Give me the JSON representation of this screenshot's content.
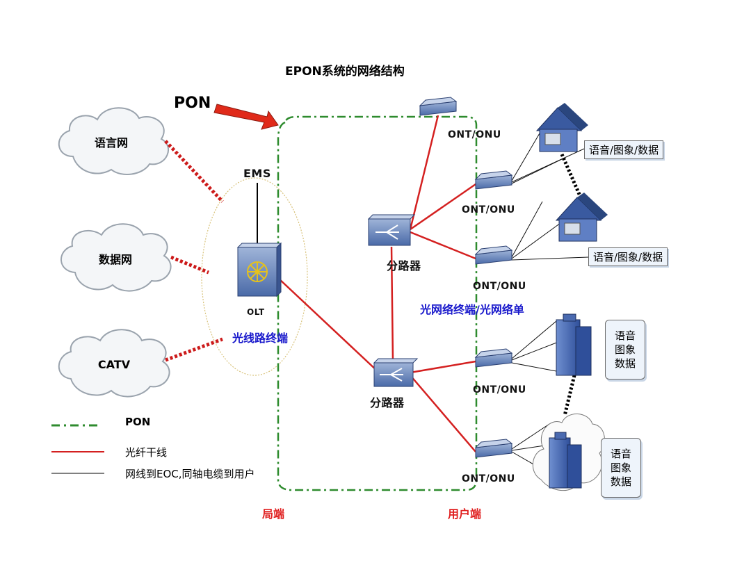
{
  "title": "EPON系统的网络结构",
  "pon_arrow_label": "PON",
  "clouds": [
    "语言网",
    "数据网",
    "CATV"
  ],
  "ems_label": "EMS",
  "olt_label": "OLT",
  "olt_caption": "光线路终端",
  "splitter_label": "分路器",
  "onu_label": "ONT/ONU",
  "onu_caption": "光网络终端/光网络单",
  "service_label": "语音/图象/数据",
  "service_vertical": [
    "语音",
    "图象",
    "数据"
  ],
  "legend": [
    {
      "label": "PON",
      "style": "dash-dot",
      "color": "#2e8b2e"
    },
    {
      "label": "光纤干线",
      "style": "solid",
      "color": "#d42020"
    },
    {
      "label": "网线到EOC,同轴电缆到用户",
      "style": "solid",
      "color": "#000000"
    }
  ],
  "bottom_left": "局端",
  "bottom_right": "用户端",
  "colors": {
    "fiber": "#d42020",
    "pon": "#2e8b2e",
    "dotted": "#cc1a1a",
    "caption_blue": "#1a1acc"
  }
}
